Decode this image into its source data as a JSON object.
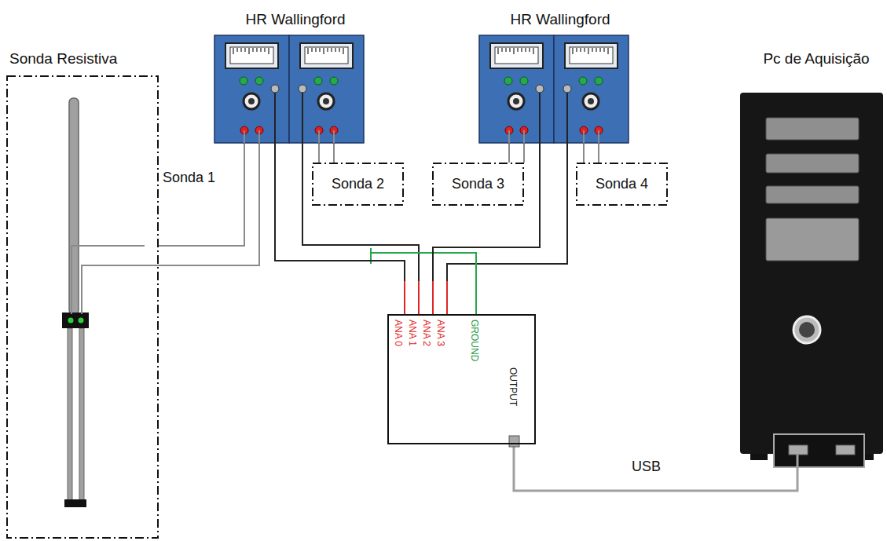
{
  "diagram": {
    "nodes": [
      {
        "text": [
          "Sonda Resistiva"
        ]
      },
      {
        "text": [
          "HR Wallingford"
        ]
      },
      {
        "text": [
          "HR Wallingford"
        ]
      },
      {
        "text": [
          "Pc de Aquisição"
        ]
      },
      {
        "text": [
          "Sonda 2"
        ]
      },
      {
        "text": [
          "Sonda 3"
        ]
      },
      {
        "text": [
          "Sonda 4"
        ]
      },
      {
        "text": [
          "ANA 0",
          "ANA 1",
          "ANA 2",
          "ANA 3",
          "GROUND",
          "OUTPUT"
        ]
      }
    ],
    "edges": [
      {
        "from": 0,
        "to": 1,
        "arrow": "none",
        "label": "Sonda 1"
      },
      {
        "from": 4,
        "to": 1,
        "arrow": "none"
      },
      {
        "from": 5,
        "to": 2,
        "arrow": "none"
      },
      {
        "from": 6,
        "to": 2,
        "arrow": "none"
      },
      {
        "from": 1,
        "to": 7,
        "arrow": "none"
      },
      {
        "from": 2,
        "to": 7,
        "arrow": "none"
      },
      {
        "from": 7,
        "to": 3,
        "arrow": "none",
        "label": "USB"
      }
    ]
  }
}
